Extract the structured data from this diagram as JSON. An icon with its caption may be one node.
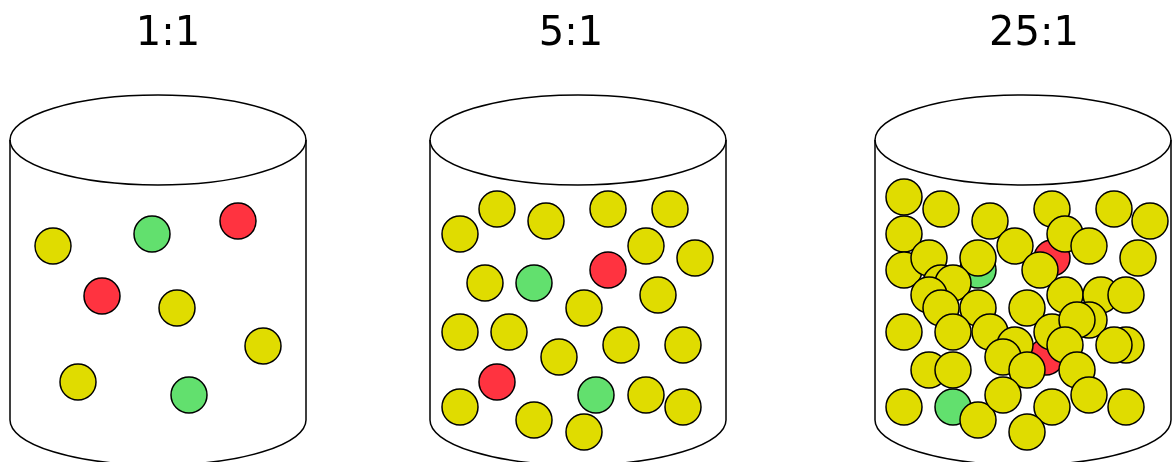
{
  "diagram": {
    "nodes": [
      {
        "text": [
          "1:1"
        ]
      },
      {
        "text": [
          "5:1"
        ]
      },
      {
        "text": [
          "25:1"
        ]
      }
    ]
  }
}
